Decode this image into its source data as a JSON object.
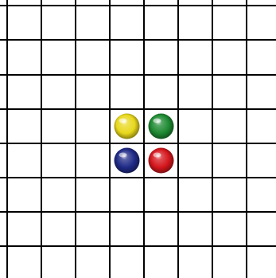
{
  "board": {
    "rows": 8,
    "columns": 8,
    "background_color": "#ffffff",
    "grid_line_color": "#000000"
  },
  "pieces": [
    {
      "row": 3,
      "col": 3,
      "color": "yellow",
      "fill": "#e8d81c"
    },
    {
      "row": 3,
      "col": 4,
      "color": "green",
      "fill": "#1e8a32"
    },
    {
      "row": 4,
      "col": 3,
      "color": "blue",
      "fill": "#1f2a86"
    },
    {
      "row": 4,
      "col": 4,
      "color": "red",
      "fill": "#d4161c"
    }
  ]
}
